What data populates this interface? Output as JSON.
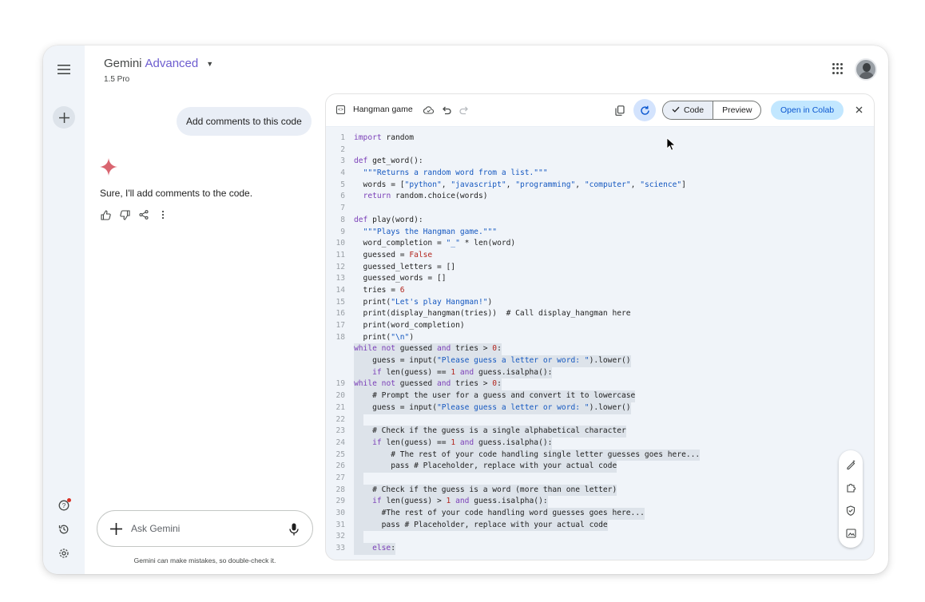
{
  "app": {
    "brand_name": "Gemini",
    "brand_tier": "Advanced",
    "model": "1.5 Pro"
  },
  "rail": {
    "icons": [
      "menu-icon",
      "plus-icon",
      "help-icon",
      "history-icon",
      "settings-icon"
    ]
  },
  "chat": {
    "user_message": "Add comments to this code",
    "response": "Sure, I'll add comments to the code.",
    "prompt_placeholder": "Ask Gemini",
    "disclaimer": "Gemini can make mistakes, so double-check it."
  },
  "canvas": {
    "title": "Hangman game",
    "tabs": [
      {
        "label": "Code",
        "active": true
      },
      {
        "label": "Preview",
        "active": false
      }
    ],
    "open_button": "Open in Colab",
    "code_lines": [
      {
        "n": "1",
        "text": "import random"
      },
      {
        "n": "2",
        "text": ""
      },
      {
        "n": "3",
        "text": "def get_word():"
      },
      {
        "n": "4",
        "text": "  \"\"\"Returns a random word from a list.\"\"\""
      },
      {
        "n": "5",
        "text": "  words = [\"python\", \"javascript\", \"programming\", \"computer\", \"science\"]"
      },
      {
        "n": "6",
        "text": "  return random.choice(words)"
      },
      {
        "n": "7",
        "text": ""
      },
      {
        "n": "8",
        "text": "def play(word):"
      },
      {
        "n": "9",
        "text": "  \"\"\"Plays the Hangman game.\"\"\""
      },
      {
        "n": "10",
        "text": "  word_completion = \"_\" * len(word)"
      },
      {
        "n": "11",
        "text": "  guessed = False"
      },
      {
        "n": "12",
        "text": "  guessed_letters = []"
      },
      {
        "n": "13",
        "text": "  guessed_words = []"
      },
      {
        "n": "14",
        "text": "  tries = 6"
      },
      {
        "n": "15",
        "text": "  print(\"Let's play Hangman!\")"
      },
      {
        "n": "16",
        "text": "  print(display_hangman(tries))  # Call display_hangman here"
      },
      {
        "n": "17",
        "text": "  print(word_completion)"
      },
      {
        "n": "18",
        "text": "  print(\"\\n\")"
      },
      {
        "n": "",
        "text": "while not guessed and tries > 0:",
        "hl": true
      },
      {
        "n": "",
        "text": "    guess = input(\"Please guess a letter or word: \").lower()",
        "hl": true
      },
      {
        "n": "",
        "text": "    if len(guess) == 1 and guess.isalpha():",
        "hl": true
      },
      {
        "n": "19",
        "text": "while not guessed and tries > 0:",
        "hl": true
      },
      {
        "n": "20",
        "text": "    # Prompt the user for a guess and convert it to lowercase",
        "hl": true
      },
      {
        "n": "21",
        "text": "    guess = input(\"Please guess a letter or word: \").lower()",
        "hl": true
      },
      {
        "n": "22",
        "text": "  ",
        "hl": true
      },
      {
        "n": "23",
        "text": "    # Check if the guess is a single alphabetical character",
        "hl": true
      },
      {
        "n": "24",
        "text": "    if len(guess) == 1 and guess.isalpha():",
        "hl": true
      },
      {
        "n": "25",
        "text": "        # The rest of your code handling single letter guesses goes here...",
        "hl": true
      },
      {
        "n": "26",
        "text": "        pass # Placeholder, replace with your actual code",
        "hl": true
      },
      {
        "n": "27",
        "text": "  ",
        "hl": true
      },
      {
        "n": "28",
        "text": "    # Check if the guess is a word (more than one letter)",
        "hl": true
      },
      {
        "n": "29",
        "text": "    if len(guess) > 1 and guess.isalpha():",
        "hl": true
      },
      {
        "n": "30",
        "text": "      #The rest of your code handling word guesses goes here...",
        "hl": true
      },
      {
        "n": "31",
        "text": "      pass # Placeholder, replace with your actual code",
        "hl": true
      },
      {
        "n": "32",
        "text": "  ",
        "hl": true
      },
      {
        "n": "33",
        "text": "    else:",
        "hl": true
      }
    ]
  },
  "colors": {
    "accent": "#0b57d0",
    "brand_tier": "#6d5dcf",
    "surface": "#f0f4f9",
    "spark": "#d96570"
  }
}
